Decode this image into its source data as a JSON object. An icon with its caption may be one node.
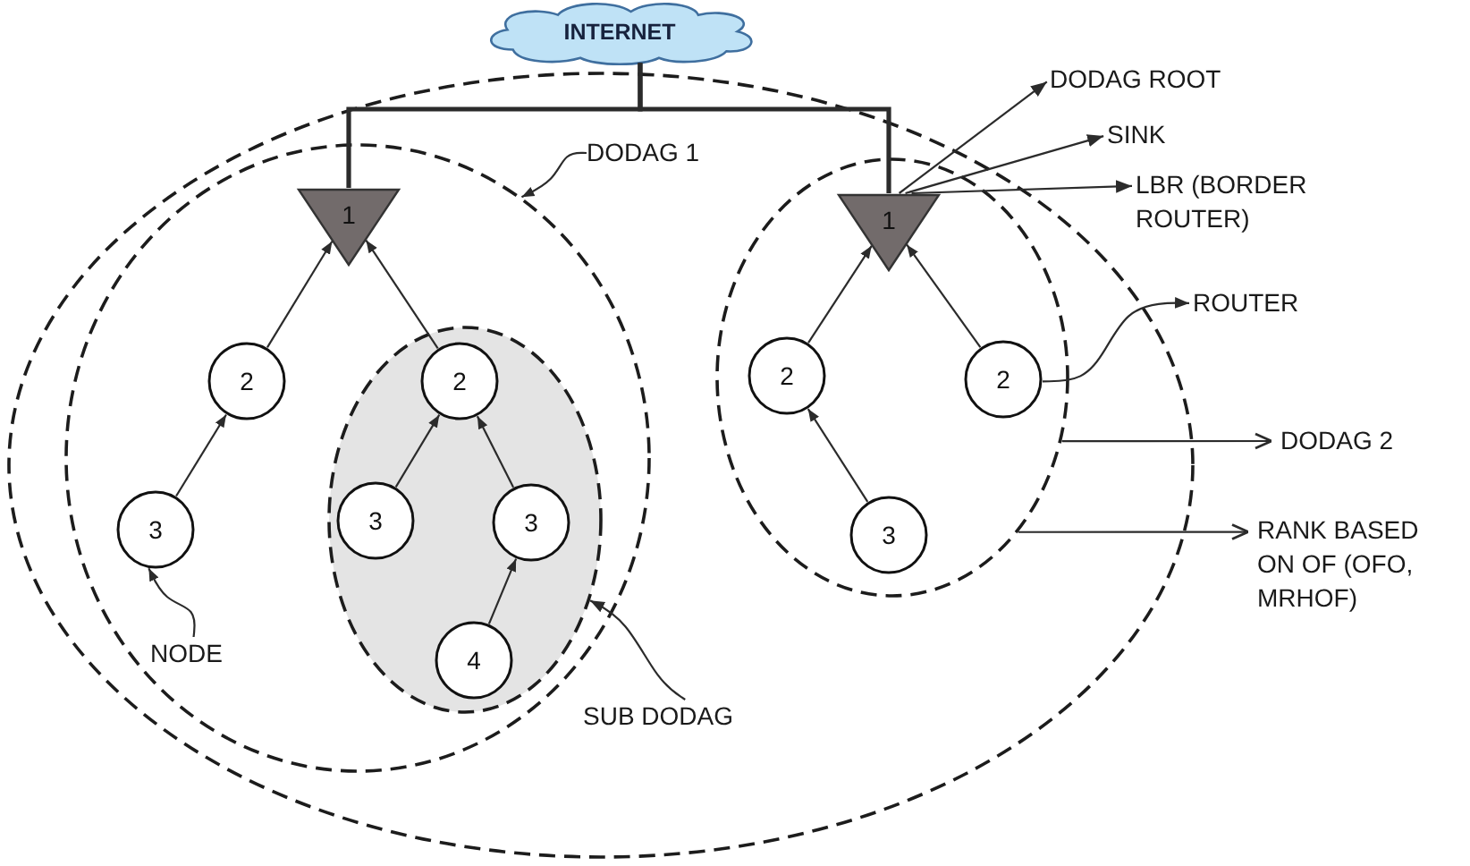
{
  "diagram": {
    "nodes": [
      {
        "text": [
          "INTERNET"
        ]
      },
      {
        "text": [],
        "shape": "ellipse"
      },
      {
        "text": [],
        "shape": "ellipse",
        "in": 1
      },
      {
        "text": [
          "1"
        ],
        "in": 2
      },
      {
        "text": [
          "2"
        ],
        "in": 2
      },
      {
        "text": [],
        "shape": "ellipse",
        "in": 2
      },
      {
        "text": [
          "2"
        ],
        "in": 5
      },
      {
        "text": [
          "3"
        ],
        "in": 2
      },
      {
        "text": [
          "3"
        ],
        "in": 5
      },
      {
        "text": [
          "3"
        ],
        "in": 5
      },
      {
        "text": [
          "4"
        ],
        "in": 5
      },
      {
        "text": [],
        "shape": "ellipse",
        "in": 1
      },
      {
        "text": [
          "1"
        ],
        "in": 11
      },
      {
        "text": [
          "2"
        ],
        "in": 11
      },
      {
        "text": [
          "2"
        ],
        "in": 11
      },
      {
        "text": [
          "3"
        ],
        "in": 11
      },
      {
        "text": [
          "DODAG ROOT"
        ]
      },
      {
        "text": [
          "SINK"
        ]
      },
      {
        "text": [
          "DODAG 1"
        ],
        "in": 1
      },
      {
        "text": [
          "LBR (BORDER ROUTER)"
        ]
      },
      {
        "text": [
          "ROUTER"
        ]
      },
      {
        "text": [
          "DODAG 2"
        ]
      },
      {
        "text": [
          "RANK BASED ON OF (OFO, MRHOF)"
        ]
      },
      {
        "text": [
          "NODE"
        ],
        "in": 2
      },
      {
        "text": [
          "SUB DODAG"
        ],
        "in": 1
      }
    ],
    "edges": [
      {
        "from": 0,
        "to": 3,
        "arrow": "none",
        "style": "thick"
      },
      {
        "from": 0,
        "to": 12,
        "arrow": "none",
        "style": "thick"
      },
      {
        "from": 4,
        "to": 3,
        "arrow": "to"
      },
      {
        "from": 6,
        "to": 3,
        "arrow": "to"
      },
      {
        "from": 7,
        "to": 4,
        "arrow": "to"
      },
      {
        "from": 8,
        "to": 6,
        "arrow": "to"
      },
      {
        "from": 9,
        "to": 6,
        "arrow": "to"
      },
      {
        "from": 10,
        "to": 9,
        "arrow": "to"
      },
      {
        "from": 13,
        "to": 12,
        "arrow": "to"
      },
      {
        "from": 14,
        "to": 12,
        "arrow": "to"
      },
      {
        "from": 15,
        "to": 13,
        "arrow": "to"
      },
      {
        "from": 12,
        "to": 16,
        "arrow": "to"
      },
      {
        "from": 12,
        "to": 17,
        "arrow": "to"
      },
      {
        "from": 12,
        "to": 19,
        "arrow": "to"
      },
      {
        "from": 18,
        "to": 2,
        "arrow": "to"
      },
      {
        "from": 14,
        "to": 20,
        "arrow": "to"
      },
      {
        "from": 11,
        "to": 21,
        "arrow": "to"
      },
      {
        "from": 11,
        "to": 22,
        "arrow": "to"
      },
      {
        "from": 23,
        "to": 7,
        "arrow": "to"
      },
      {
        "from": 24,
        "to": 5,
        "arrow": "to"
      }
    ]
  }
}
